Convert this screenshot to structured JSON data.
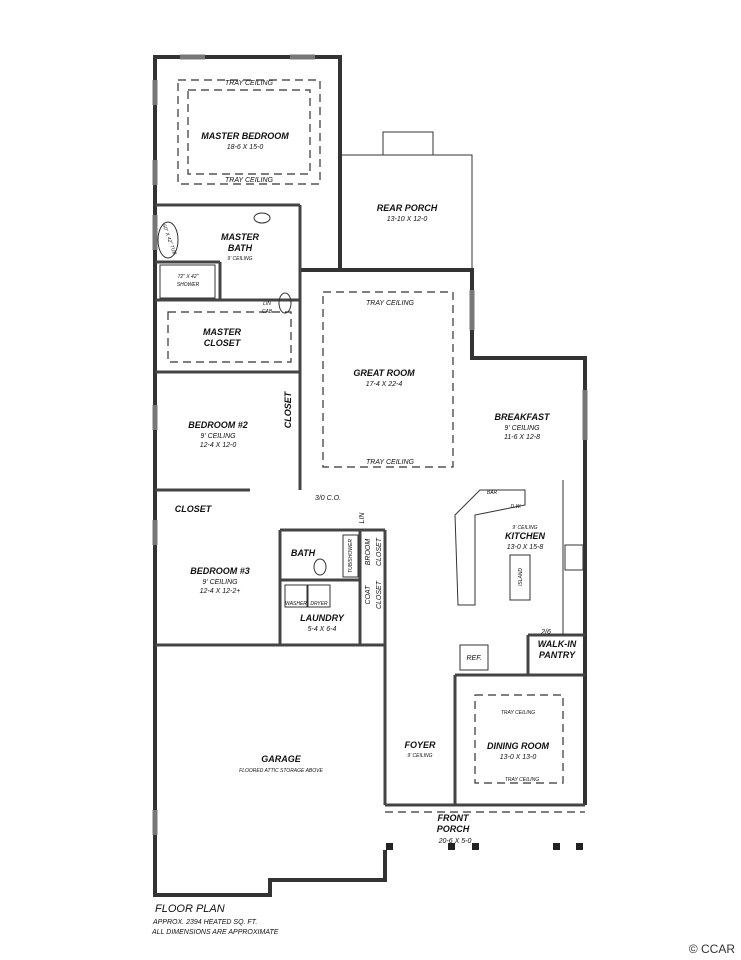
{
  "rooms": {
    "master_bedroom": {
      "name": "MASTER BEDROOM",
      "dims": "18-6 X 15-0",
      "ceiling_top": "TRAY CEILING",
      "ceiling_bottom": "TRAY CEILING"
    },
    "master_bath": {
      "name1": "MASTER",
      "name2": "BATH",
      "ceiling": "9' CEILING",
      "tub": "60\" X 42\" TUB",
      "shower1": "72\" X 42\"",
      "shower2": "SHOWER",
      "lin1": "LIN",
      "lin2": "CAB"
    },
    "master_closet": {
      "name1": "MASTER",
      "name2": "CLOSET"
    },
    "rear_porch": {
      "name": "REAR PORCH",
      "dims": "13-10 X 12-0"
    },
    "great_room": {
      "name": "GREAT ROOM",
      "dims": "17-4 X 22-4",
      "ceiling_top": "TRAY CEILING",
      "ceiling_bottom": "TRAY CEILING"
    },
    "breakfast": {
      "name": "BREAKFAST",
      "ceiling": "9' CEILING",
      "dims": "11-6 X 12-8"
    },
    "bedroom2": {
      "name": "BEDROOM #2",
      "ceiling": "9' CEILING",
      "dims": "12-4 X 12-0",
      "closet": "CLOSET"
    },
    "bedroom3": {
      "name": "BEDROOM #3",
      "ceiling": "9' CEILING",
      "dims": "12-4 X 12-2+",
      "closet": "CLOSET"
    },
    "hall": {
      "co": "3/0 C.O.",
      "lin": "LIN"
    },
    "bath": {
      "name": "BATH",
      "tub": "TUB/SHOWER"
    },
    "broom_closet": {
      "l1": "BROOM",
      "l2": "CLOSET"
    },
    "coat_closet": {
      "l1": "COAT",
      "l2": "CLOSET"
    },
    "laundry": {
      "name": "LAUNDRY",
      "dims": "5-4 X 6-4",
      "washer": "WASHER",
      "dryer": "DRYER"
    },
    "kitchen": {
      "ceiling": "9' CEILING",
      "name": "KITCHEN",
      "dims": "13-0 X 15-8",
      "bar": "BAR",
      "dw": "D.W.",
      "island": "ISLAND",
      "ref": "REF."
    },
    "pantry": {
      "door": "2/6",
      "l1": "WALK-IN",
      "l2": "PANTRY"
    },
    "garage": {
      "name": "GARAGE",
      "note": "FLOORED ATTIC STORAGE ABOVE"
    },
    "foyer": {
      "name": "FOYER",
      "ceiling": "9' CEILING"
    },
    "dining": {
      "name": "DINING ROOM",
      "dims": "13-0 X 13-0",
      "ceiling_top": "TRAY CEILING",
      "ceiling_bottom": "TRAY CEILING"
    },
    "front_porch": {
      "l1": "FRONT",
      "l2": "PORCH",
      "dims": "20-6 X 5-0"
    }
  },
  "legend": {
    "title": "FLOOR PLAN",
    "line1": "APPROX. 2394 HEATED SQ. FT.",
    "line2": "ALL DIMENSIONS ARE APPROXIMATE"
  },
  "logo": "© CCAR"
}
